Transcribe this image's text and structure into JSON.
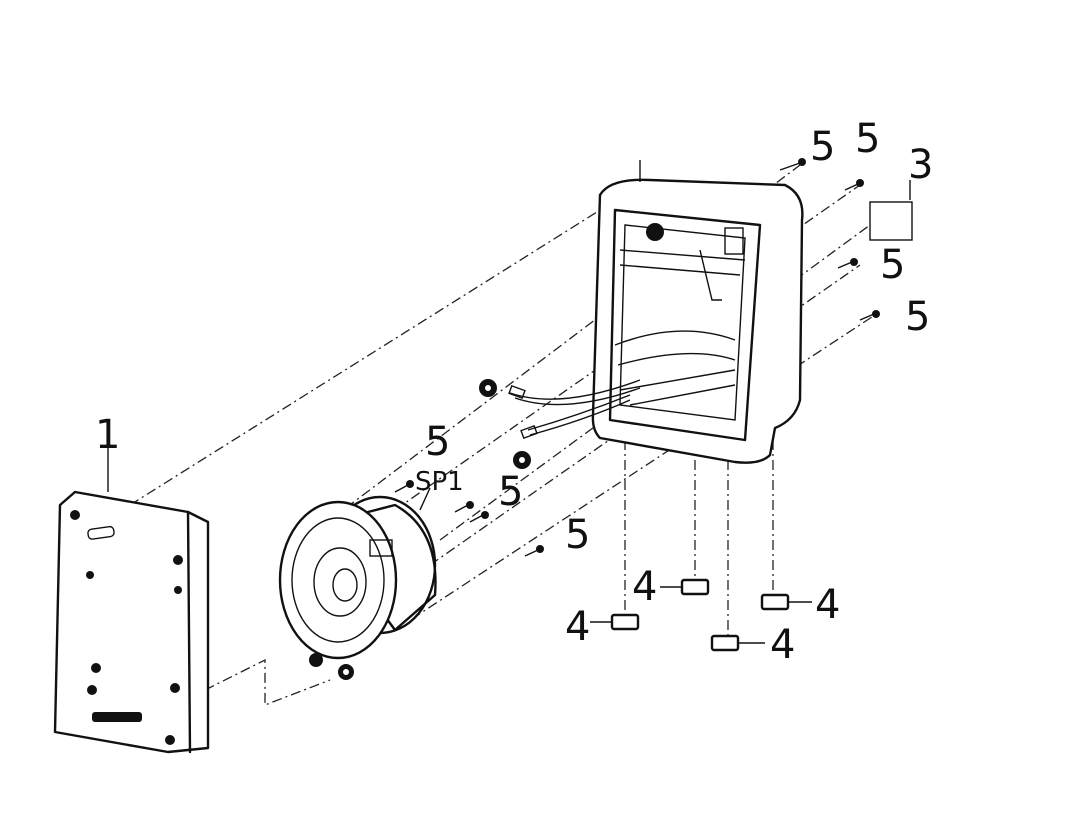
{
  "diagram": {
    "callouts": {
      "front_grille": "1",
      "speaker_unit": "SP1",
      "speaker_screw_top": "5",
      "speaker_screw_mid": "5",
      "speaker_screw_low": "5",
      "cabinet_screw_top_a": "5",
      "cabinet_screw_top_b": "5",
      "cabinet_screw_right_a": "5",
      "cabinet_screw_right_b": "5",
      "label_plate": "3",
      "foot_a": "4",
      "foot_b": "4",
      "foot_c": "4",
      "foot_d": "4"
    }
  }
}
